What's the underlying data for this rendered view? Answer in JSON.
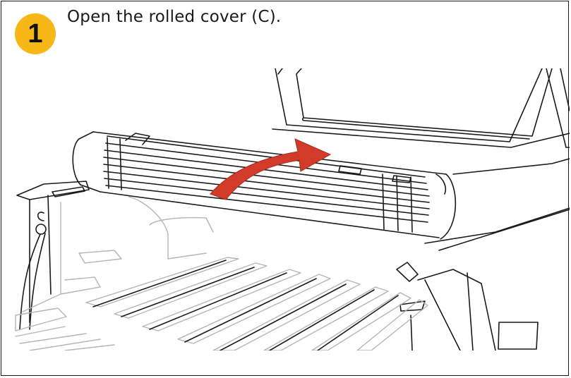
{
  "step": {
    "number": "1",
    "instruction": "Open the rolled cover (C).",
    "badge_color": "#f7b716"
  },
  "illustration": {
    "subject": "pickup-truck-bed-with-rolled-tonneau-cover",
    "arrow_color": "#d23b2a",
    "line_color": "#1a1a1a",
    "light_line_color": "#b5b5b5"
  }
}
